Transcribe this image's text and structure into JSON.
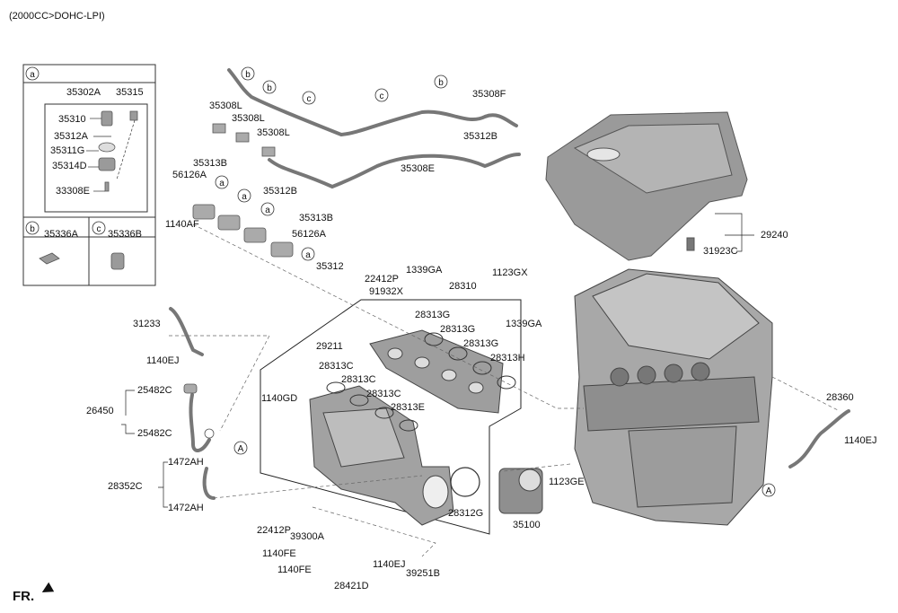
{
  "header": {
    "title": "(2000CC>DOHC-LPI)"
  },
  "footer": {
    "fr_label": "FR."
  },
  "inset": {
    "section_a": "a",
    "section_b": "b",
    "section_c": "c",
    "part_b": "35336A",
    "part_c": "35336B"
  },
  "callouts": [
    "a",
    "b",
    "c",
    "A"
  ],
  "labels": {
    "p35302A": "35302A",
    "p35315": "35315",
    "p35310": "35310",
    "p35312A": "35312A",
    "p35311G": "35311G",
    "p35314D": "35314D",
    "p33308E": "33308E",
    "p35308L_1": "35308L",
    "p35308L_2": "35308L",
    "p35308L_3": "35308L",
    "p35308F": "35308F",
    "p35312B_1": "35312B",
    "p35312B_2": "35312B",
    "p35308E": "35308E",
    "p35313B_1": "35313B",
    "p56126A_1": "56126A",
    "p1140AF": "1140AF",
    "p35313B_2": "35313B",
    "p56126A_2": "56126A",
    "p35312": "35312",
    "p29240": "29240",
    "p31923C": "31923C",
    "p22412P_1": "22412P",
    "p1339GA_1": "1339GA",
    "p1123GX": "1123GX",
    "p91932X": "91932X",
    "p28310": "28310",
    "p28313G_1": "28313G",
    "p28313G_2": "28313G",
    "p28313G_3": "28313G",
    "p1339GA_2": "1339GA",
    "p28313H": "28313H",
    "p31233": "31233",
    "p1140EJ_1": "1140EJ",
    "p29211": "29211",
    "p28313C_1": "28313C",
    "p28313C_2": "28313C",
    "p28313C_3": "28313C",
    "p28313E": "28313E",
    "p1140GD": "1140GD",
    "p25482C_1": "25482C",
    "p26450": "26450",
    "p25482C_2": "25482C",
    "p1472AH_1": "1472AH",
    "p28352C": "28352C",
    "p1472AH_2": "1472AH",
    "p22412P_2": "22412P",
    "p39300A": "39300A",
    "p1140FE_1": "1140FE",
    "p1140FE_2": "1140FE",
    "p28421D": "28421D",
    "p1140EJ_2": "1140EJ",
    "p39251B": "39251B",
    "p28312G": "28312G",
    "p35100": "35100",
    "p1123GE": "1123GE",
    "p28360": "28360",
    "p1140EJ_3": "1140EJ"
  }
}
